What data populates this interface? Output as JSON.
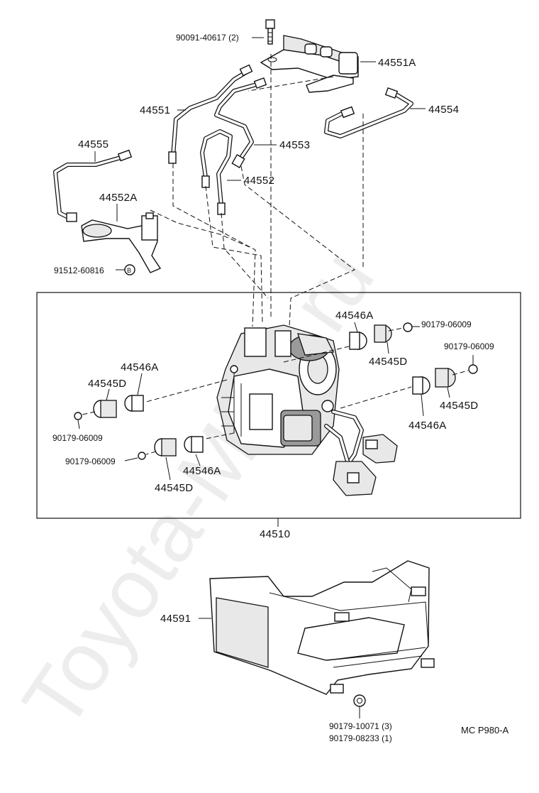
{
  "diagram": {
    "watermark": "Toyota-Mine.ru",
    "code": "MC P980-A",
    "labels": {
      "bolt_top": "90091-40617 (2)",
      "p44551A": "44551A",
      "p44551": "44551",
      "p44554": "44554",
      "p44555": "44555",
      "p44553": "44553",
      "p44552": "44552",
      "p44552A": "44552A",
      "nut_b": "91512-60816",
      "nut_b_mark": "B",
      "p44546A_1": "44546A",
      "s90179_1": "90179-06009",
      "s90179_2": "90179-06009",
      "p44545D_1": "44545D",
      "p44546A_2": "44546A",
      "p44545D_2": "44545D",
      "p44545D_3": "44545D",
      "p44546A_3": "44546A",
      "s90179_3": "90179-06009",
      "s90179_4": "90179-06009",
      "p44546A_4": "44546A",
      "p44545D_4": "44545D",
      "p44510": "44510",
      "p44591": "44591",
      "nut_bottom_1": "90179-10071 (3)",
      "nut_bottom_2": "90179-08233 (1)"
    }
  }
}
